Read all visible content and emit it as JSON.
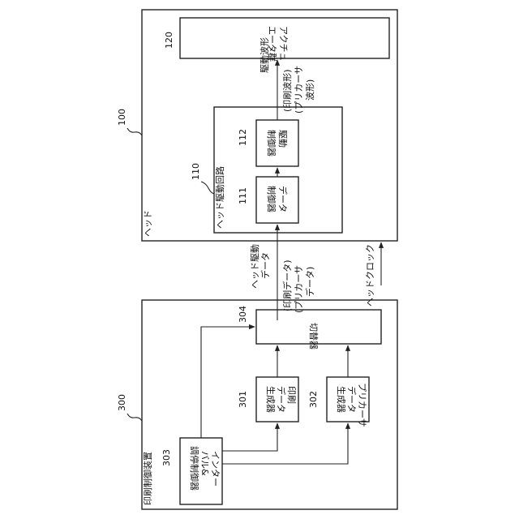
{
  "labels": {
    "head_box": "ヘッド",
    "head_ref": "100",
    "head_drive_circuit": "ヘッド駆動回路",
    "head_drive_circuit_ref": "110",
    "data_controller_line1": "データ",
    "data_controller_line2": "制御器",
    "data_controller_ref": "111",
    "drive_controller_line1": "駆動",
    "drive_controller_line2": "制御器",
    "drive_controller_ref": "112",
    "actuator_line1": "アクチュ",
    "actuator_line2": "エータ群",
    "actuator_ref": "120",
    "drive_waveform_line1": "駆動波形",
    "drive_waveform_line2": "(印刷波形)",
    "drive_waveform_line3": "(プリカーサ",
    "drive_waveform_line4": "波形)",
    "head_drive_data_line1": "ヘッド駆動",
    "head_drive_data_line2": "データ",
    "head_drive_data_line3": "(印刷データ)",
    "head_drive_data_line4": "(プリカーサ",
    "head_drive_data_line5": "データ)",
    "head_clock": "ヘッドクロック",
    "print_controller": "印刷制御装置",
    "print_controller_ref": "300",
    "switcher": "切替器",
    "switcher_ref": "304",
    "print_data_gen_line1": "印刷",
    "print_data_gen_line2": "データ",
    "print_data_gen_line3": "生成器",
    "print_data_gen_ref": "301",
    "precursor_gen_line1": "プリカーサ",
    "precursor_gen_line2": "データ",
    "precursor_gen_line3": "生成器",
    "precursor_gen_ref": "302",
    "interval_ctrl_line1": "インター",
    "interval_ctrl_line2": "バル&",
    "interval_ctrl_line3": "調停制御器",
    "interval_ctrl_ref": "303"
  }
}
